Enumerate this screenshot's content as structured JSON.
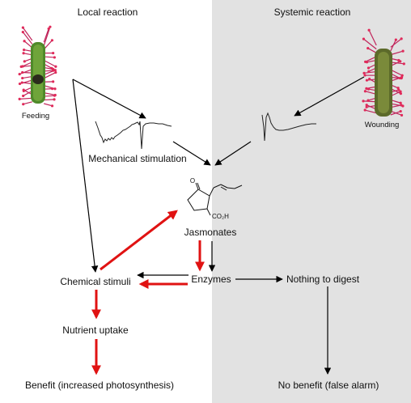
{
  "headers": {
    "local": "Local reaction",
    "systemic": "Systemic reaction"
  },
  "plants": {
    "feeding_label": "Feeding",
    "wounding_label": "Wounding"
  },
  "nodes": {
    "mechanical": "Mechanical stimulation",
    "jasmonates": "Jasmonates",
    "chemical": "Chemical stimuli",
    "enzymes": "Enzymes",
    "nothing": "Nothing to digest",
    "nutrient": "Nutrient uptake",
    "benefit": "Benefit (increased photosynthesis)",
    "no_benefit": "No benefit (false alarm)"
  },
  "molecule": {
    "ketone_o": "O",
    "acid_group": "CO₂H"
  },
  "colors": {
    "systemic_panel": "#e2e2e2",
    "red_arrow": "#e01212",
    "black_arrow": "#000000",
    "plant_stem": "#4f8a2a",
    "tentacle": "#c0245a"
  }
}
